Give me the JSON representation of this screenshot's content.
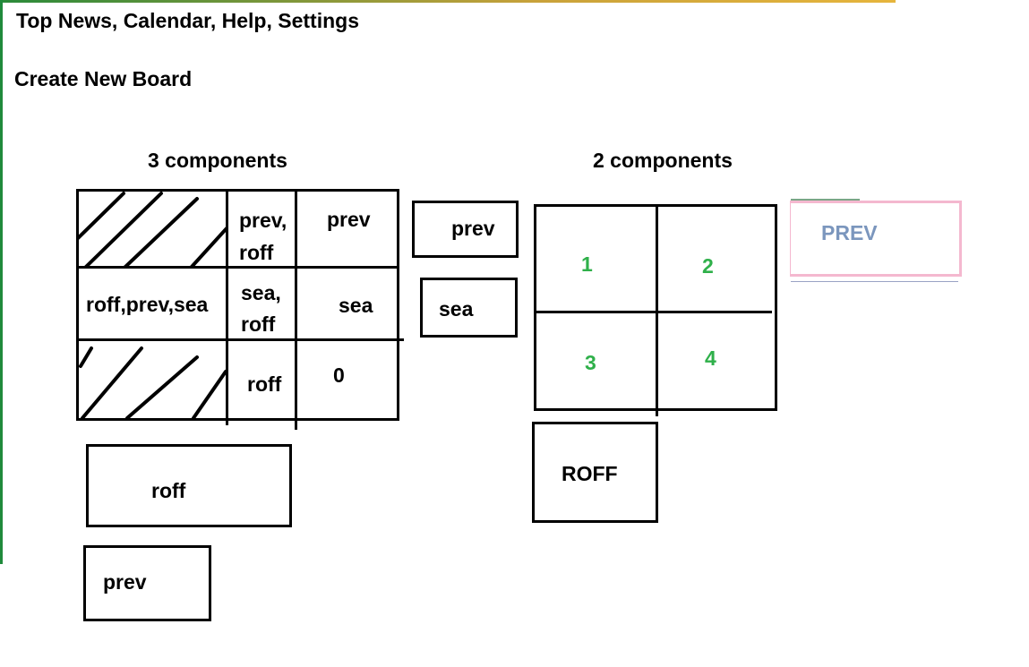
{
  "header": {
    "nav_links": "Top News, Calendar, Help, Settings",
    "create_board": "Create New Board"
  },
  "left_section": {
    "title": "3 components",
    "grid": {
      "r1c2": "prev,\nroff",
      "r1c3": "prev",
      "r2c1": "roff,prev,sea",
      "r2c2": "sea,\nroff",
      "r2c3": "sea",
      "r3c2": "roff",
      "r3c3": "0"
    },
    "side_buttons": [
      "prev",
      "sea"
    ],
    "bottom_buttons": [
      "roff",
      "prev"
    ]
  },
  "right_section": {
    "title": "2 components",
    "quadrants": [
      "1",
      "2",
      "3",
      "4"
    ],
    "roff_button": "ROFF",
    "prev_button": "PREV"
  },
  "colors": {
    "green_accent": "#2fb04a",
    "prev_text": "#7b96bd",
    "pink_border": "#f4b8cf",
    "top_bar": "#c9a23a",
    "left_bar": "#1f8a3b"
  }
}
